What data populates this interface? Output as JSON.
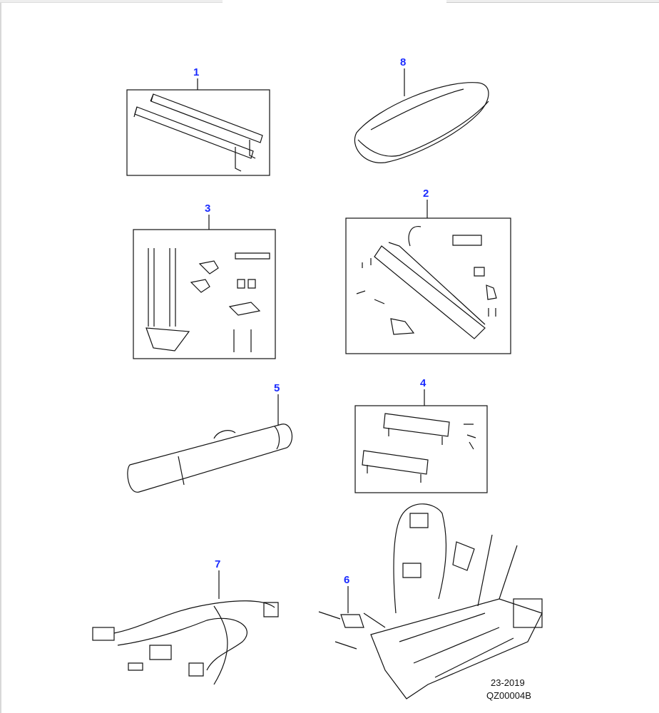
{
  "callouts": [
    "1",
    "8",
    "3",
    "2",
    "5",
    "4",
    "7",
    "6"
  ],
  "parts": {
    "p1": {
      "number": "1",
      "icon": "roof-bars"
    },
    "p8": {
      "number": "8",
      "icon": "roof-box"
    },
    "p3": {
      "number": "3",
      "icon": "bike-holder-kit"
    },
    "p2": {
      "number": "2",
      "icon": "bike-carrier-rail"
    },
    "p5": {
      "number": "5",
      "icon": "ski-bag"
    },
    "p4": {
      "number": "4",
      "icon": "ski-carrier"
    },
    "p7": {
      "number": "7",
      "icon": "wiring-harness"
    },
    "p6": {
      "number": "6",
      "icon": "towbar-bike-carrier"
    }
  },
  "footer": {
    "date": "23-2019",
    "code": "QZ00004B"
  }
}
